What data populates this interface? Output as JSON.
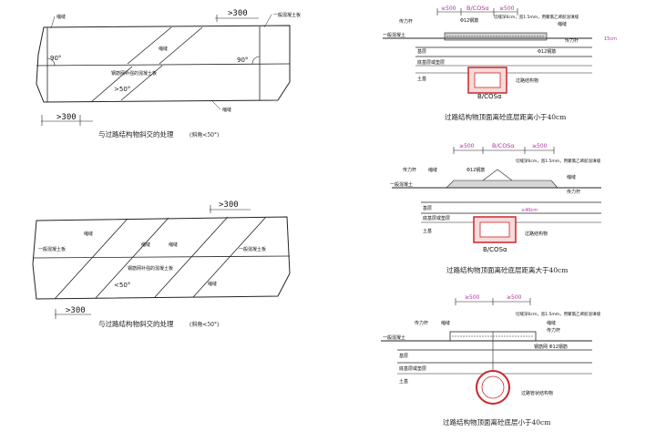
{
  "colors": {
    "ink": "#222222",
    "annotation": "#b0329a",
    "culvert": "#c8282a"
  },
  "fig1": {
    "dim_top": ">300",
    "dim_bottom": ">300",
    "lbl_general_slab": "一般混凝土板",
    "lbl_joint_a": "缩缝",
    "lbl_joint_b": "缩缝",
    "lbl_joint_c": "缩缝",
    "lbl_mesh_slab": "钢筋网补强的混凝土板",
    "angle_left": "90°",
    "angle_right": "90°",
    "angle_skew": ">50°",
    "caption": "与过路结构物斜交的处理",
    "caption_note": "(斜角<50°)"
  },
  "fig2": {
    "dim_top": ">300",
    "dim_bottom": ">300",
    "lbl_general_left": "一般混凝土板",
    "lbl_general_right": "一般混凝土板",
    "lbl_joint_a": "缩缝",
    "lbl_joint_b": "缩缝",
    "lbl_joint_c": "缩缝",
    "lbl_joint_d": "缩缝",
    "lbl_mesh_slab": "钢筋网补强的混凝土板",
    "angle_skew": "<50°",
    "caption": "与过路结构物斜交的处理",
    "caption_note": "(斜角<50°)"
  },
  "sec1": {
    "dim_left": "≥500",
    "dim_mid": "B/COSα",
    "dim_right": "≥500",
    "lbl_joint_note": "切缝深6cm，宽1.5mm，用聚氯乙烯胶泥填缝",
    "lbl_pile": "传力杆",
    "lbl_rebar1": "Φ12钢筋",
    "lbl_joint": "缩缝",
    "lbl_rebar2": "Φ12钢筋",
    "lbl_dowel": "传力杆",
    "lbl_general_slab": "一般混凝土",
    "lbl_base": "基层",
    "lbl_subbase": "底基层或垫层",
    "lbl_soil": "土基",
    "lbl_dim_v": "15cm",
    "lbl_culvert": "过路结构物",
    "lbl_culvert_dim": "B/COSα",
    "caption": "过路结构物顶面离砼底层距离小于40cm"
  },
  "sec2": {
    "dim_left": "≥500",
    "dim_mid": "B/COSα",
    "dim_right": "≥500",
    "lbl_joint_note": "切缝深6cm，宽1.5mm，用聚氯乙烯胶泥填缝",
    "lbl_pile_l": "传力杆",
    "lbl_joint_l": "缩缝",
    "lbl_rebar": "Φ12钢筋",
    "lbl_joint_r": "缩缝",
    "lbl_dowel_r": "传力杆",
    "lbl_general_slab": "一般混凝土",
    "lbl_base": "基层",
    "lbl_subbase": "底基层或垫层",
    "lbl_soil": "土基",
    "lbl_dim_v": "≥40cm",
    "lbl_culvert": "过路结构物",
    "lbl_culvert_dim": "B/COSα",
    "caption": "过路结构物顶面离砼底层距离大于40cm"
  },
  "sec3": {
    "dim_left": "≥500",
    "dim_right": "≥500",
    "lbl_joint_note": "切缝深6cm，宽1.5mm，用聚氯乙烯胶泥填缝",
    "lbl_pile": "传力杆",
    "lbl_joint_l": "缩缝",
    "lbl_joint_r": "缩缝",
    "lbl_dowel_r": "传力杆",
    "lbl_mesh": "钢筋网 Φ12钢筋",
    "lbl_general_slab": "一般混凝土",
    "lbl_base": "基层",
    "lbl_subbase": "底基层或垫层",
    "lbl_soil": "土基",
    "lbl_pipe": "过路管状结构物",
    "caption": "过路结构物顶面离砼底层小于40cm"
  }
}
